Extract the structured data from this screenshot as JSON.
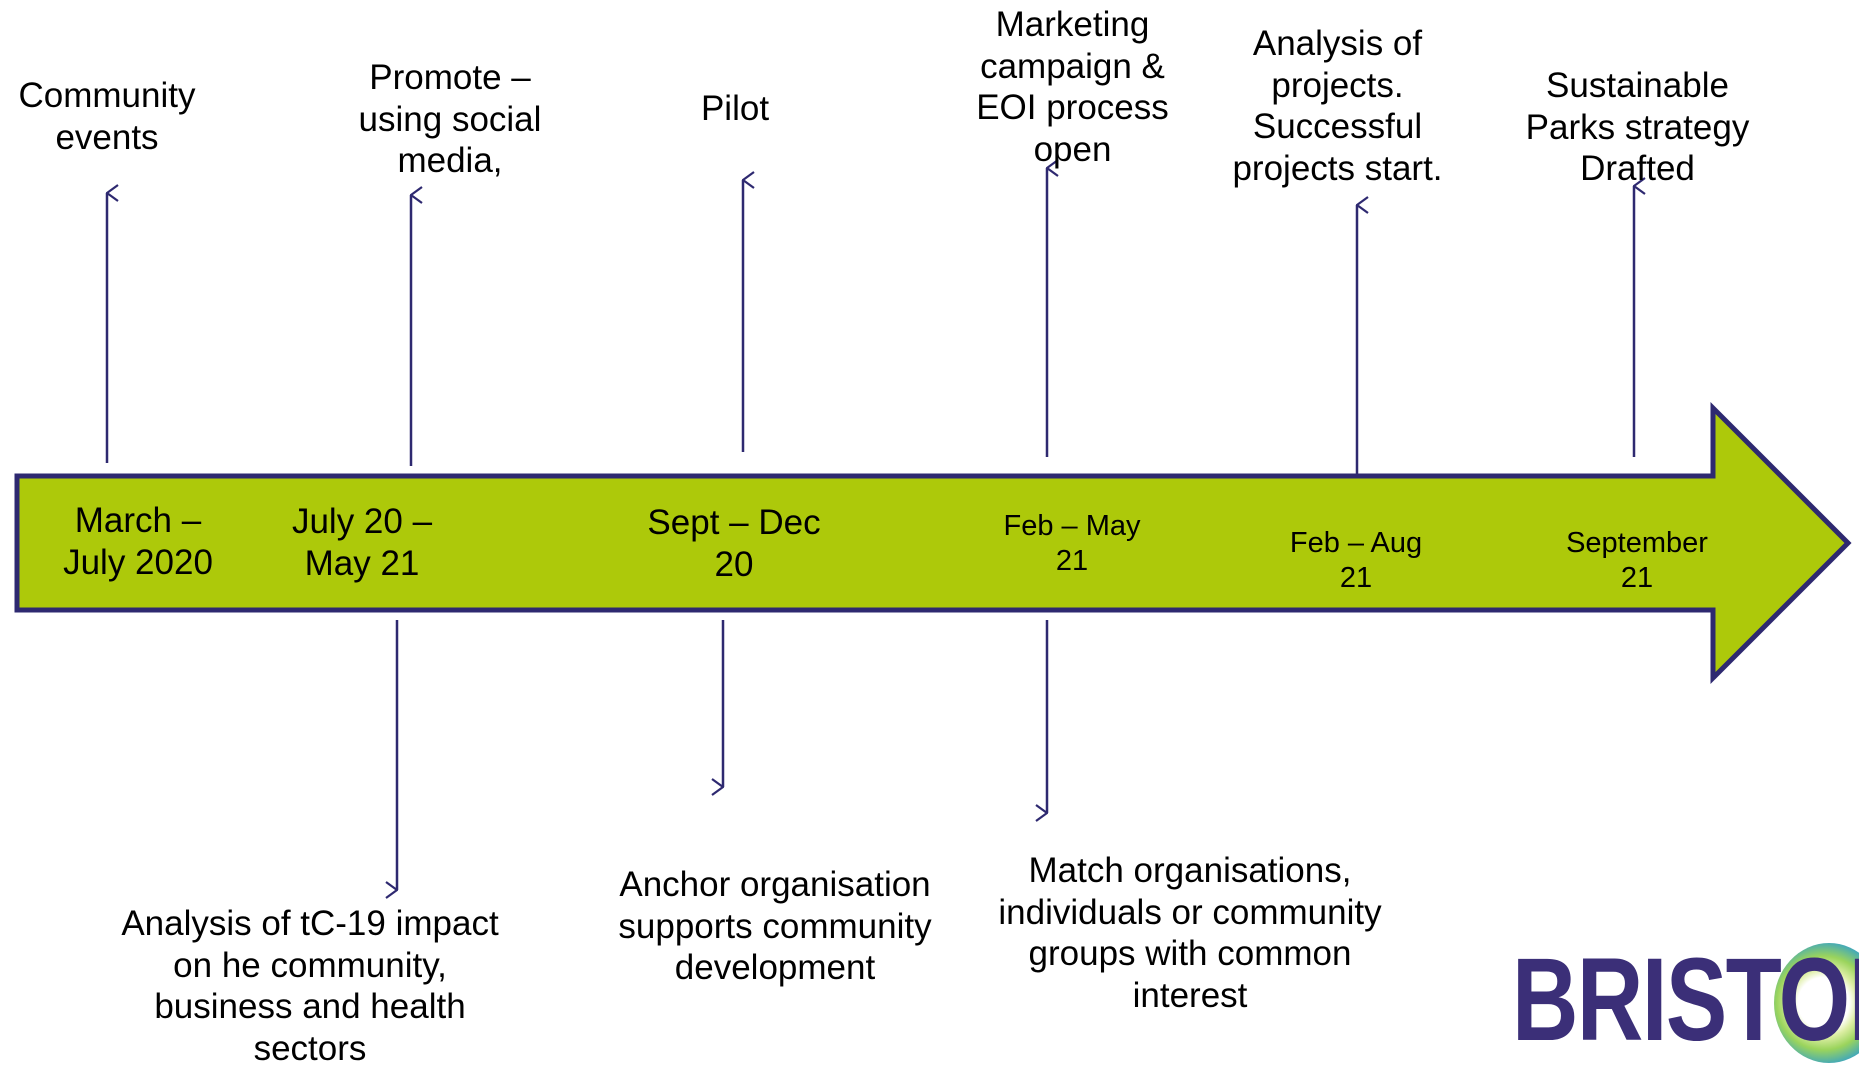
{
  "colors": {
    "arrow_fill": "#adc90a",
    "arrow_stroke": "#2e2970",
    "connector": "#2e2970",
    "text": "#000000",
    "logo_text": "#3b2f78"
  },
  "timeline": {
    "dates": [
      "March –\nJuly 2020",
      "July 20 –\nMay 21",
      "Sept – Dec\n20",
      "Feb – May\n21",
      "Feb – Aug\n21",
      "September\n21"
    ],
    "above": [
      "Community\nevents",
      "Promote –\nusing social\nmedia,",
      "Pilot",
      "Marketing\ncampaign &\nEOI process\nopen",
      "Analysis of\nprojects.\nSuccessful\nprojects start.",
      "Sustainable\nParks strategy\nDrafted"
    ],
    "below": [
      "Analysis of tC-19 impact\non he community,\nbusiness and health\nsectors",
      "Anchor organisation\nsupports community\ndevelopment",
      "Match organisations,\nindividuals or community\ngroups with common\ninterest"
    ]
  },
  "logo": {
    "text": "BRISTOL"
  }
}
